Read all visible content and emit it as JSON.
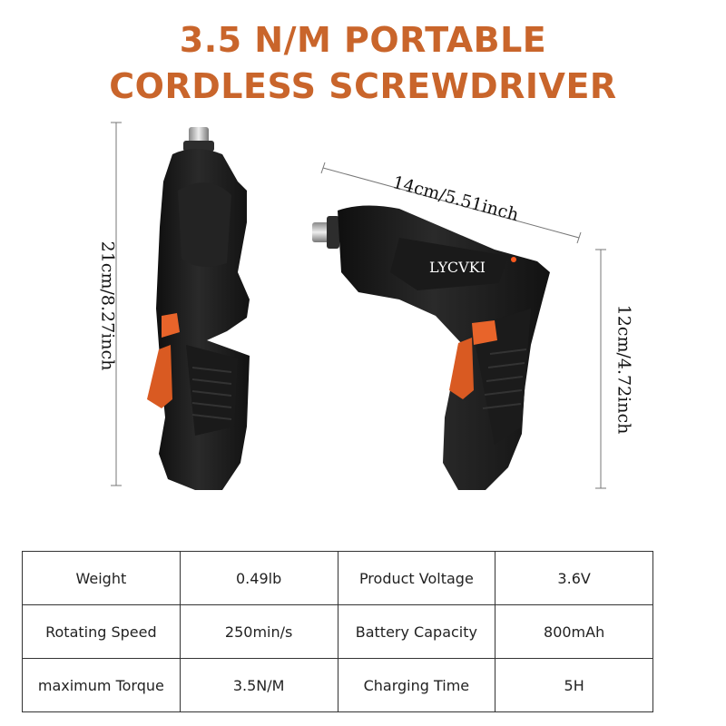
{
  "title": {
    "line1": "3.5 N/M PORTABLE",
    "line2": "CORDLESS SCREWDRIVER"
  },
  "brand": "LYCVKI",
  "dimensions": {
    "height": "21cm/8.27inch",
    "length": "14cm/5.51inch",
    "grip_height": "12cm/4.72inch"
  },
  "colors": {
    "title": "#c9652b",
    "accent": "#e8642a",
    "body": "#1c1c1c"
  },
  "specs": [
    {
      "label": "Weight",
      "value": "0.49lb",
      "label2": "Product Voltage",
      "value2": "3.6V"
    },
    {
      "label": "Rotating Speed",
      "value": "250min/s",
      "label2": "Battery Capacity",
      "value2": "800mAh"
    },
    {
      "label": "maximum Torque",
      "value": "3.5N/M",
      "label2": "Charging Time",
      "value2": "5H"
    }
  ]
}
